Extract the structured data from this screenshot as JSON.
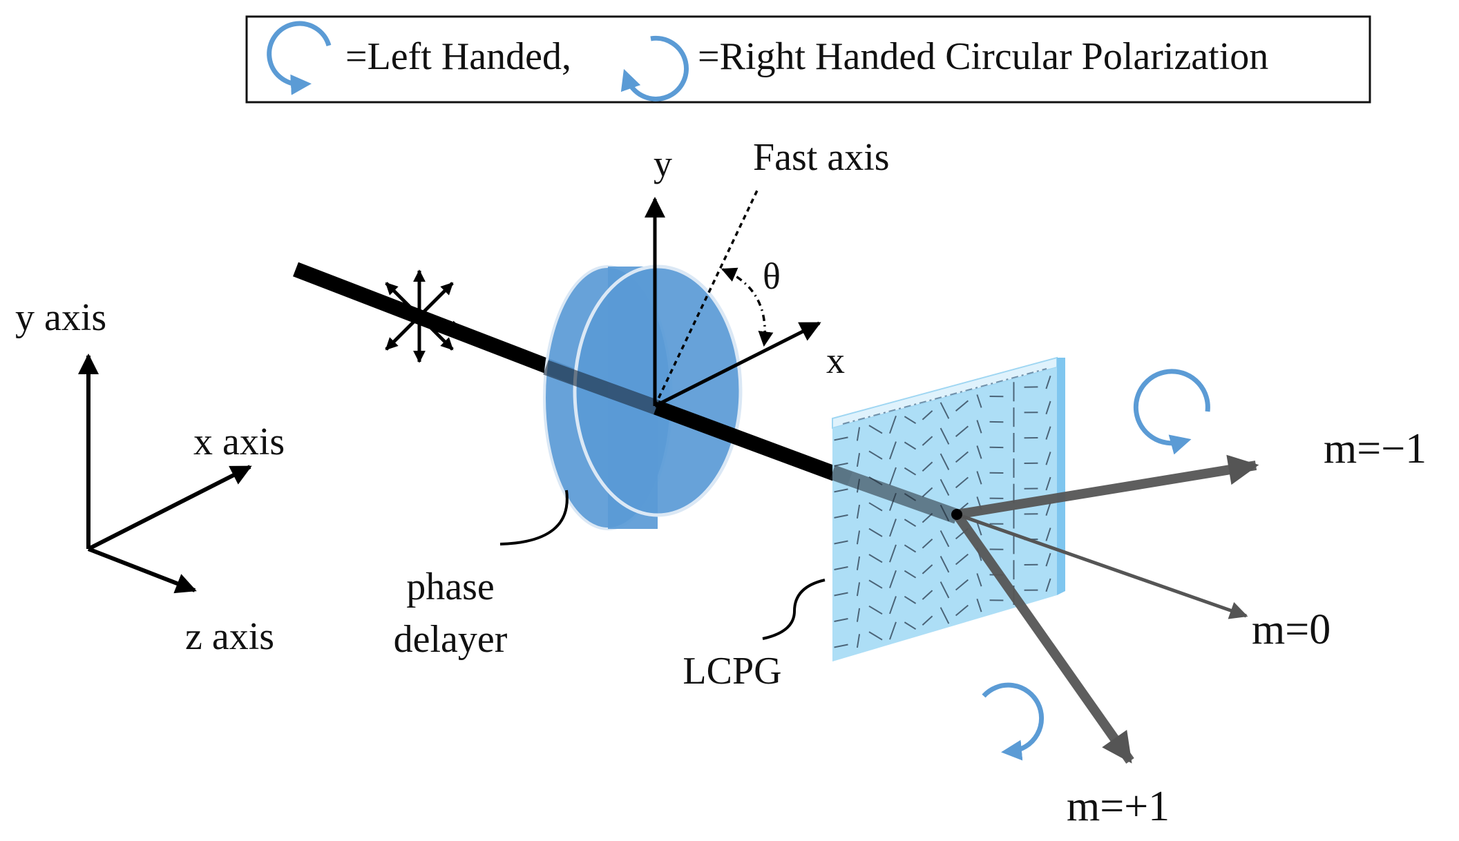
{
  "legend": {
    "left_handed_text": "=Left Handed,",
    "right_handed_text": "=Right Handed Circular Polarization"
  },
  "axes": {
    "y_axis": "y axis",
    "x_axis": "x axis",
    "z_axis": "z axis"
  },
  "labels": {
    "local_y": "y",
    "local_x": "x",
    "fast_axis": "Fast axis",
    "theta": "θ",
    "phase_delayer_line1": "phase",
    "phase_delayer_line2": "delayer",
    "lcpg": "LCPG",
    "order_minus": "m=−1",
    "order_zero": "m=0",
    "order_plus": "m=+1"
  },
  "colors": {
    "circular_arrow": "#5b9bd5",
    "delayer_fill": "#5a9ad6",
    "delayer_edge": "#4a86c4",
    "grating_front": "#a9dcf6",
    "grating_top": "#dff2fc",
    "grating_side": "#7fc6ef",
    "beam": "#000000",
    "diffracted_beam": "#555555",
    "text": "#111111"
  },
  "icons": [
    "left-handed-circular-arrow-icon",
    "right-handed-circular-arrow-icon",
    "polarization-star-icon"
  ]
}
